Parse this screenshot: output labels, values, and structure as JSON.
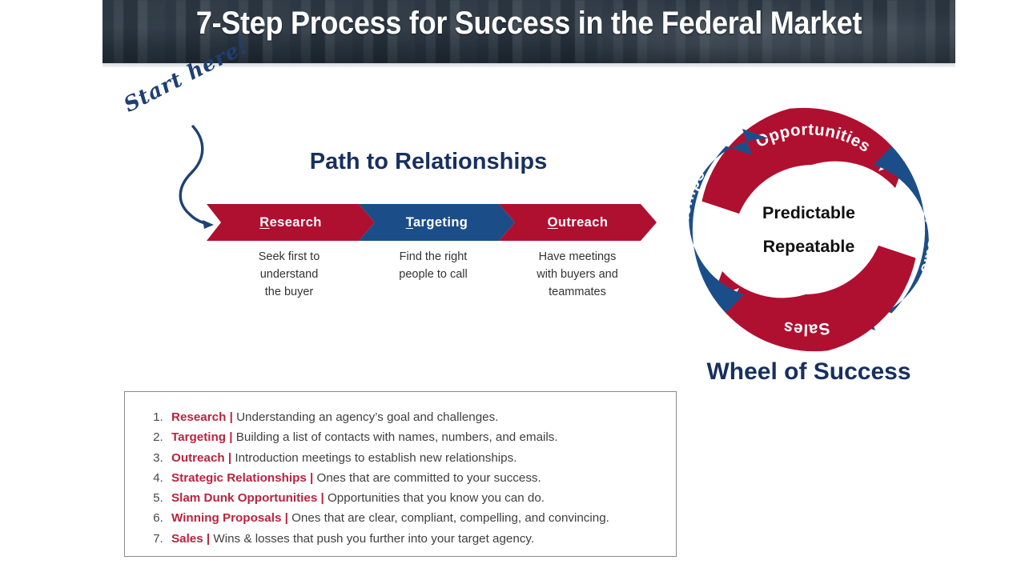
{
  "header": {
    "title": "7-Step Process for Success in the Federal Market",
    "background_color": "#3c4a57",
    "title_color": "#ffffff"
  },
  "annotation": {
    "start_here_label": "Start here!",
    "color": "#1f3f73",
    "arrow_icon": "curved-arrow-icon"
  },
  "path_diagram": {
    "title": "Path to Relationships",
    "title_color": "#17305e",
    "steps": [
      {
        "label": "Research",
        "initial": "R",
        "rest": "esearch",
        "color": "#b01030",
        "caption": "Seek first to\nunderstand\nthe buyer",
        "caption_lines": [
          "Seek first to",
          "understand",
          "the buyer"
        ]
      },
      {
        "label": "Targeting",
        "initial": "T",
        "rest": "argeting",
        "color": "#1b4e89",
        "caption": "Find the right\npeople to call",
        "caption_lines": [
          "Find the right",
          "people to call"
        ]
      },
      {
        "label": "Outreach",
        "initial": "O",
        "rest": "utreach",
        "color": "#b01030",
        "caption": "Have meetings\nwith buyers and\nteammates",
        "caption_lines": [
          "Have meetings",
          "with buyers and",
          "teammates"
        ]
      }
    ]
  },
  "wheel": {
    "caption": "Wheel of Success",
    "caption_color": "#17305e",
    "center_lines": [
      "Predictable",
      "Repeatable"
    ],
    "center_line_1": "Predictable",
    "center_line_2": "Repeatable",
    "segments": [
      {
        "label": "Opportunities",
        "position": "top",
        "color": "#b01030"
      },
      {
        "label": "Proposals",
        "position": "right",
        "color": "#1b4e89"
      },
      {
        "label": "Sales",
        "position": "bottom",
        "color": "#b01030"
      },
      {
        "label": "Relationships",
        "position": "left",
        "color": "#1b4e89"
      }
    ]
  },
  "steps_list": {
    "border_color": "#8a8a8a",
    "keyword_color": "#b8243f",
    "separator": "|",
    "items": [
      {
        "number": "1.",
        "keyword": "Research",
        "description": "Understanding an agency’s goal and challenges."
      },
      {
        "number": "2.",
        "keyword": "Targeting",
        "description": "Building a list of contacts with names, numbers, and emails."
      },
      {
        "number": "3.",
        "keyword": "Outreach",
        "description": "Introduction meetings to establish new relationships."
      },
      {
        "number": "4.",
        "keyword": "Strategic Relationships",
        "description": "Ones that are committed to your success."
      },
      {
        "number": "5.",
        "keyword": "Slam Dunk Opportunities",
        "description": "Opportunities that you know you can do."
      },
      {
        "number": "6.",
        "keyword": "Winning Proposals",
        "description": "Ones that are clear, compliant, compelling, and convincing."
      },
      {
        "number": "7.",
        "keyword": "Sales",
        "description": "Wins & losses that push you further into your target agency."
      }
    ]
  }
}
